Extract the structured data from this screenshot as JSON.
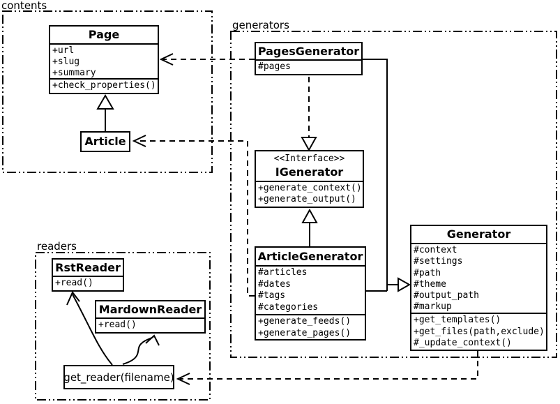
{
  "packages": {
    "contents": {
      "label": "contents"
    },
    "generators": {
      "label": "generators"
    },
    "readers": {
      "label": "readers"
    }
  },
  "classes": {
    "page": {
      "title": "Page",
      "attributes": [
        "+url",
        "+slug",
        "+summary"
      ],
      "methods": [
        "+check_properties()"
      ]
    },
    "article": {
      "title": "Article"
    },
    "pages_generator": {
      "title": "PagesGenerator",
      "attributes": [
        "#pages"
      ]
    },
    "igenerator": {
      "stereotype": "<<Interface>>",
      "title": "IGenerator",
      "methods": [
        "+generate_context()",
        "+generate_output()"
      ]
    },
    "article_generator": {
      "title": "ArticleGenerator",
      "attributes": [
        "#articles",
        "#dates",
        "#tags",
        "#categories"
      ],
      "methods": [
        "+generate_feeds()",
        "+generate_pages()"
      ]
    },
    "generator": {
      "title": "Generator",
      "attributes": [
        "#context",
        "#settings",
        "#path",
        "#theme",
        "#output_path",
        "#markup"
      ],
      "methods": [
        "+get_templates()",
        "+get_files(path,exclude)",
        "#_update_context()"
      ]
    },
    "rst_reader": {
      "title": "RstReader",
      "methods": [
        "+read()"
      ]
    },
    "mardown_reader": {
      "title": "MardownReader",
      "methods": [
        "+read()"
      ]
    },
    "get_reader": {
      "title": "get_reader(filename)"
    }
  },
  "relationships": [
    {
      "from": "Article",
      "to": "Page",
      "type": "inheritance"
    },
    {
      "from": "PagesGenerator",
      "to": "Page",
      "type": "dependency"
    },
    {
      "from": "ArticleGenerator",
      "to": "Article",
      "type": "dependency"
    },
    {
      "from": "PagesGenerator",
      "to": "IGenerator",
      "type": "realization"
    },
    {
      "from": "ArticleGenerator",
      "to": "IGenerator",
      "type": "realization"
    },
    {
      "from": "PagesGenerator",
      "to": "Generator",
      "type": "inheritance"
    },
    {
      "from": "ArticleGenerator",
      "to": "Generator",
      "type": "inheritance"
    },
    {
      "from": "Generator",
      "to": "get_reader(filename)",
      "type": "dependency"
    },
    {
      "from": "get_reader(filename)",
      "to": "RstReader",
      "type": "flow"
    },
    {
      "from": "get_reader(filename)",
      "to": "MardownReader",
      "type": "flow"
    }
  ],
  "colors": {
    "line": "#000000",
    "background": "#ffffff",
    "box_fill": "#ffffff"
  }
}
